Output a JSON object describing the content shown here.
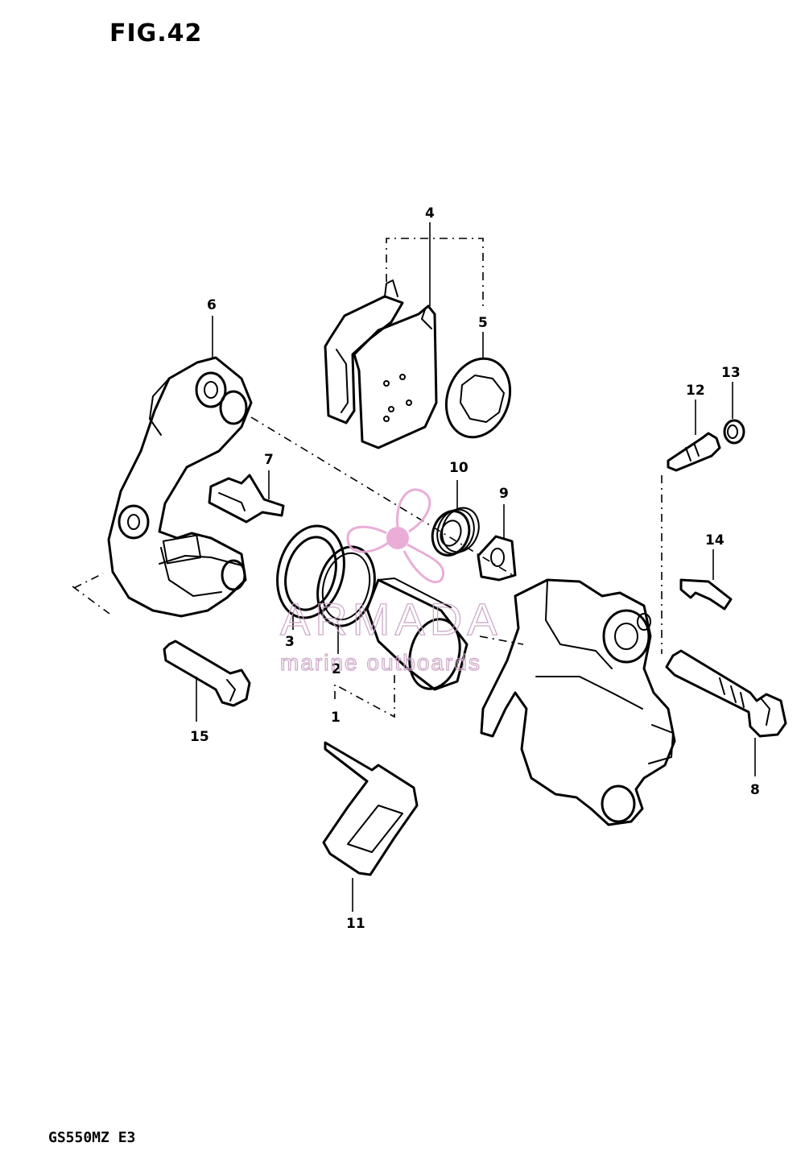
{
  "figure": {
    "title": "FIG.42",
    "model_code": "GS550MZ E3"
  },
  "callouts": {
    "c1": "1",
    "c2": "2",
    "c3": "3",
    "c4": "4",
    "c5": "5",
    "c6": "6",
    "c7": "7",
    "c8": "8",
    "c9": "9",
    "c10": "10",
    "c11": "11",
    "c12": "12",
    "c13": "13",
    "c14": "14",
    "c15": "15"
  },
  "watermark": {
    "brand": "ARMADA",
    "tagline": "marine outboards",
    "color": "#c9a2c4",
    "accent": "#e8a5d4"
  }
}
